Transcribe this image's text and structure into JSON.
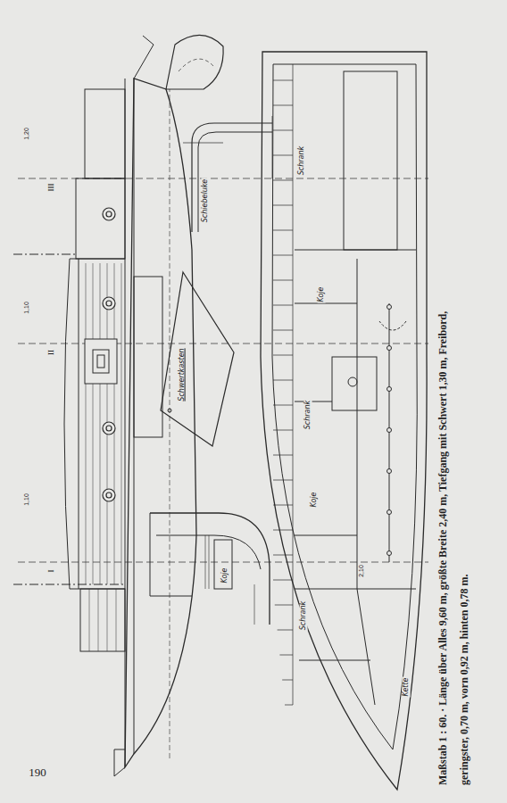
{
  "diagram": {
    "caption": "Maßstab 1 : 60. · Länge über Alles 9,60 m, größte Breite 2,40 m, Tiefgang mit Schwert 1,30 m, Freibord, geringster, 0,70 m, vorn 0,92 m, hinten 0,78 m.",
    "labels": [
      "Schrank",
      "Koje",
      "Schrank",
      "Koje",
      "Schrank",
      "Kette",
      "Schwertkasten",
      "Schiebeluke",
      "Koje",
      "I",
      "II",
      "III",
      "1,10",
      "1,10",
      "1,20",
      "2,10",
      "190"
    ]
  }
}
